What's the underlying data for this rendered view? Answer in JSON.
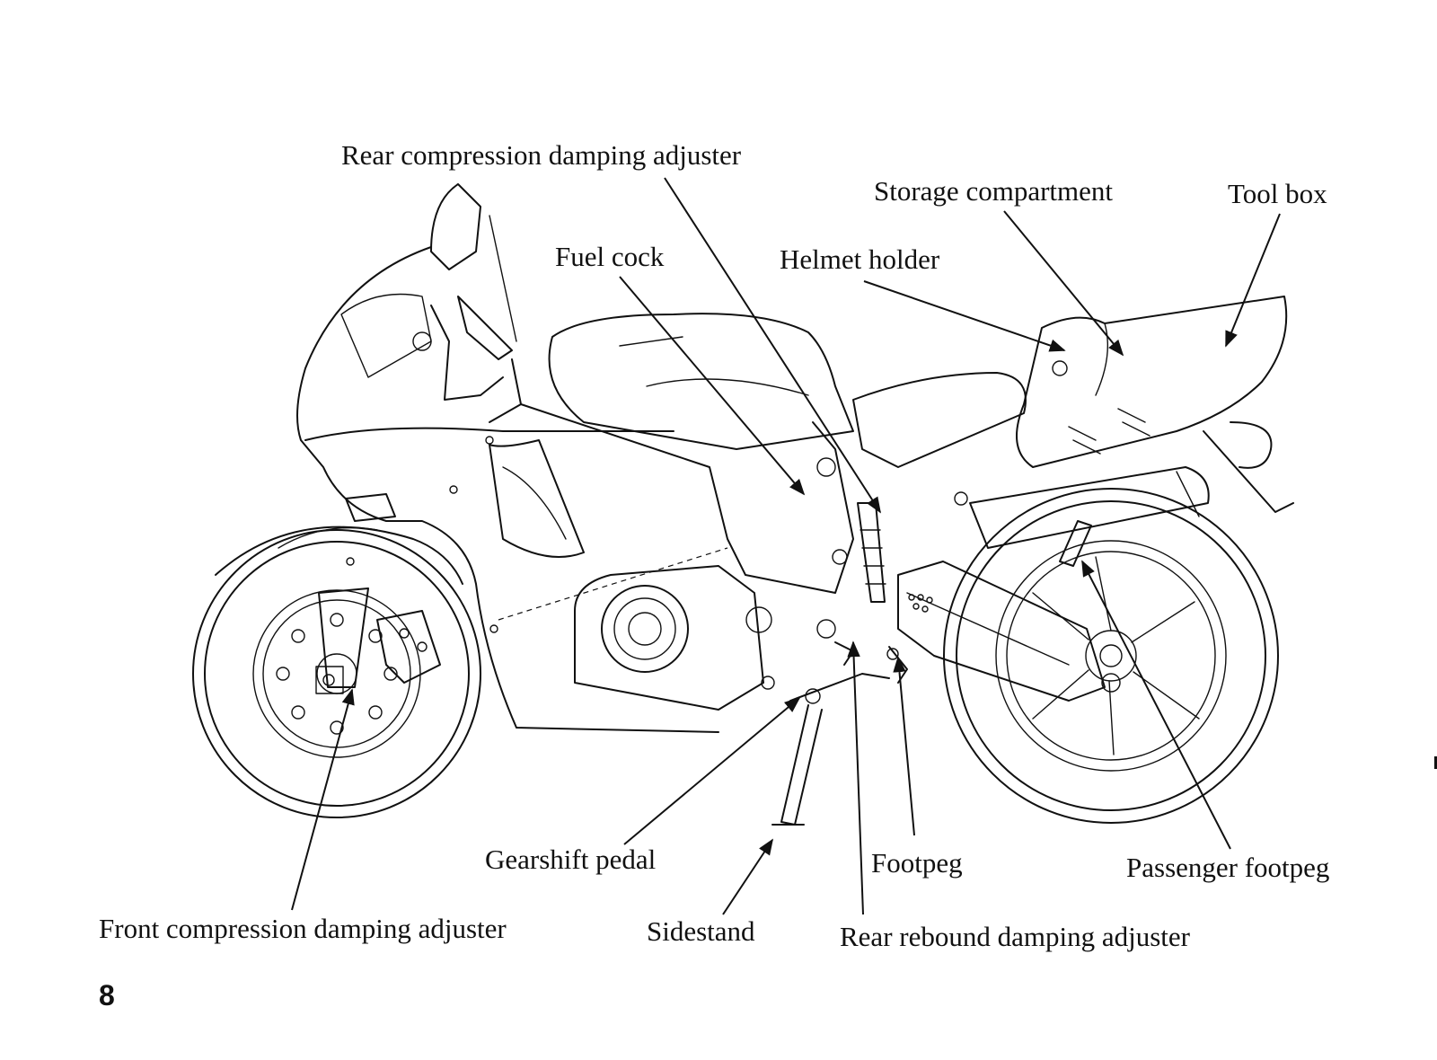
{
  "labels": {
    "rear_compression": "Rear compression damping adjuster",
    "storage": "Storage compartment",
    "tool_box": "Tool box",
    "fuel_cock": "Fuel cock",
    "helmet_holder": "Helmet holder",
    "gearshift": "Gearshift pedal",
    "footpeg": "Footpeg",
    "passenger_footpeg": "Passenger footpeg",
    "front_compression": "Front compression damping adjuster",
    "sidestand": "Sidestand",
    "rear_rebound": "Rear rebound damping adjuster"
  },
  "page_number": "8"
}
